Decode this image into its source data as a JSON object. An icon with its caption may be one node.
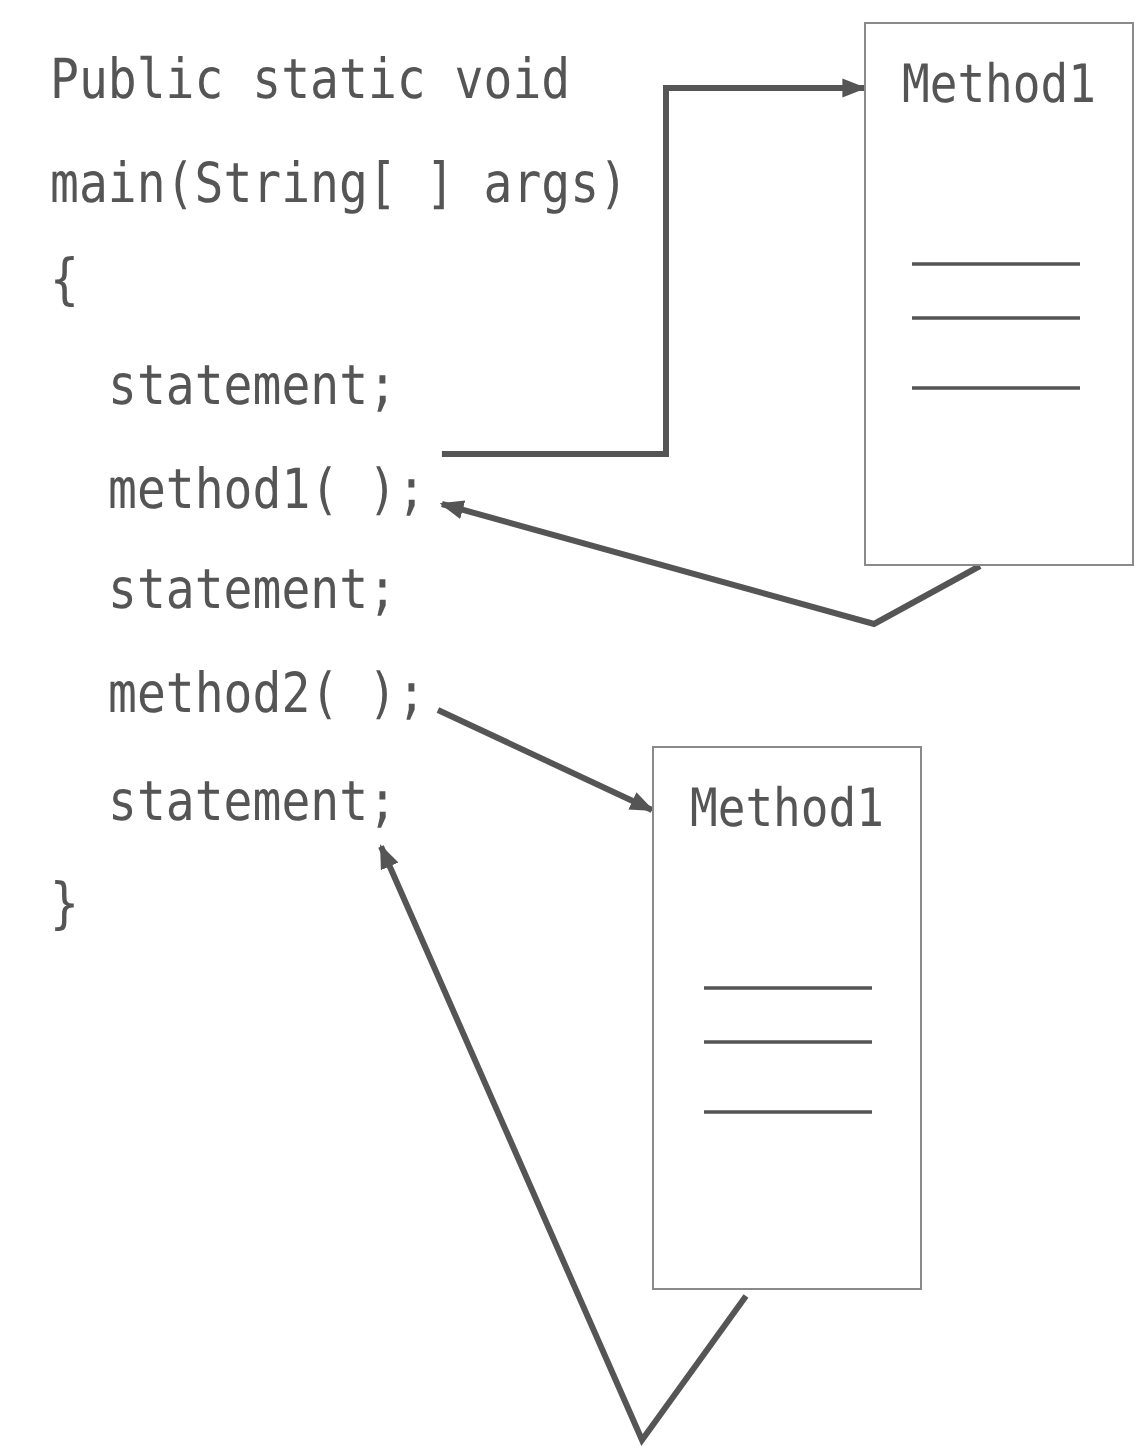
{
  "diagram": {
    "nodes": [
      {
        "text": [
          "method1( );"
        ]
      },
      {
        "text": [
          "method2( );"
        ]
      },
      {
        "text": [
          "statement;"
        ]
      },
      {
        "text": [
          "Method1"
        ]
      },
      {
        "text": [
          "Method1"
        ]
      }
    ],
    "edges": [
      {
        "from": 0,
        "to": 3,
        "arrow": "to"
      },
      {
        "from": 3,
        "to": 0,
        "arrow": "to"
      },
      {
        "from": 1,
        "to": 4,
        "arrow": "to"
      },
      {
        "from": 4,
        "to": 2,
        "arrow": "to"
      }
    ],
    "labels": [
      "Public static void",
      "main(String[ ] args)",
      "{",
      "statement;",
      "statement;",
      "}"
    ]
  }
}
